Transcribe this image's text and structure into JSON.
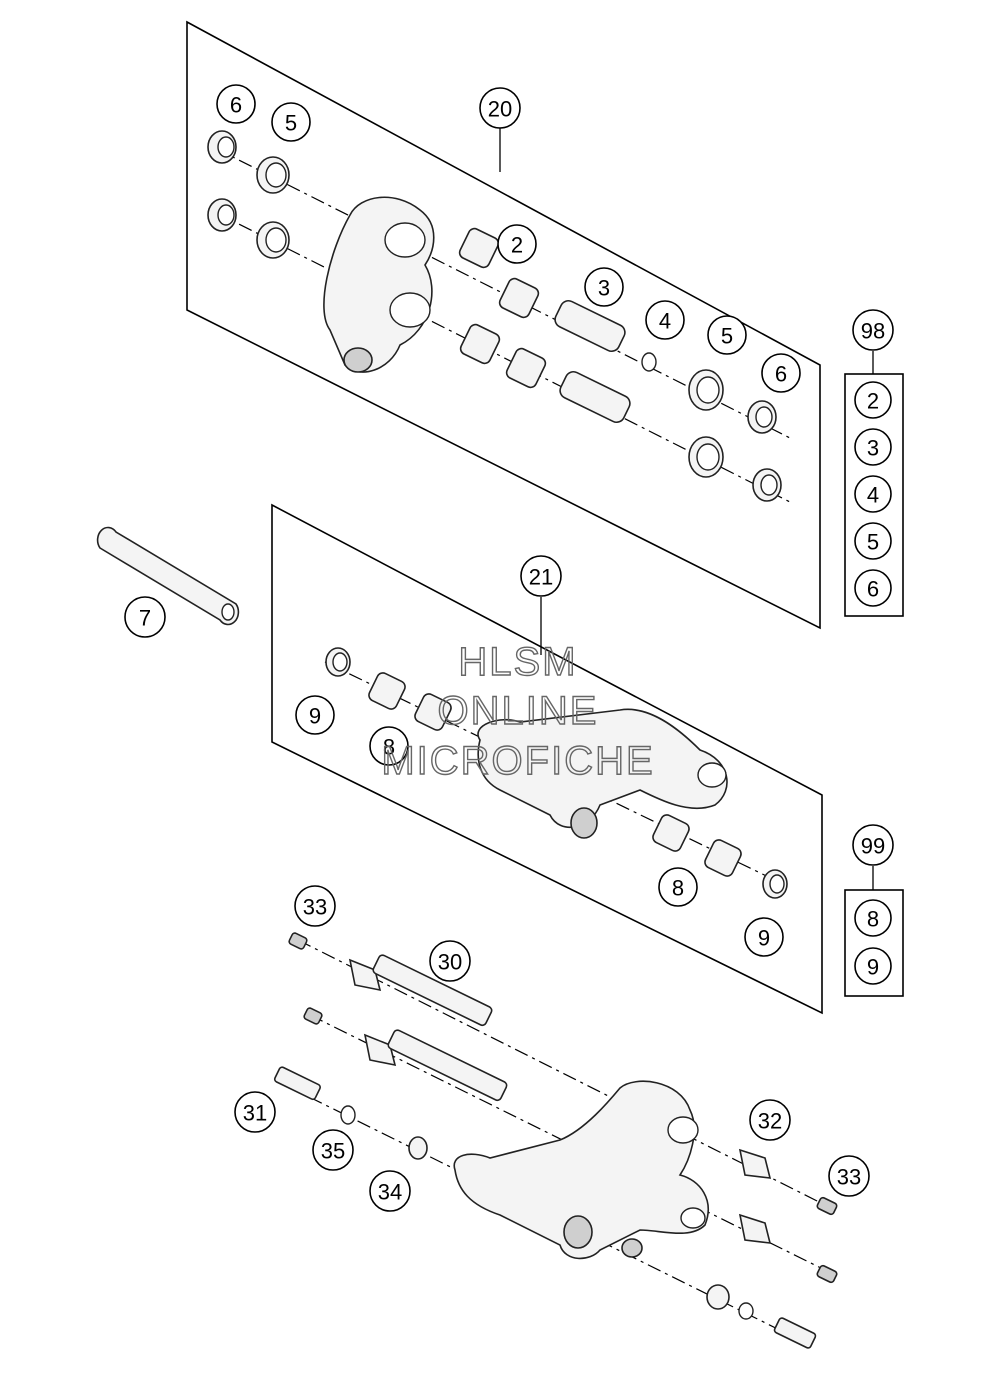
{
  "callouts": [
    {
      "id": "c-20",
      "label": "20"
    },
    {
      "id": "c-6a",
      "label": "6"
    },
    {
      "id": "c-5a",
      "label": "5"
    },
    {
      "id": "c-2",
      "label": "2"
    },
    {
      "id": "c-3",
      "label": "3"
    },
    {
      "id": "c-4",
      "label": "4"
    },
    {
      "id": "c-5b",
      "label": "5"
    },
    {
      "id": "c-6b",
      "label": "6"
    },
    {
      "id": "c-98",
      "label": "98"
    },
    {
      "id": "c-7",
      "label": "7"
    },
    {
      "id": "c-21",
      "label": "21"
    },
    {
      "id": "c-9a",
      "label": "9"
    },
    {
      "id": "c-8a",
      "label": "8"
    },
    {
      "id": "c-8b",
      "label": "8"
    },
    {
      "id": "c-9b",
      "label": "9"
    },
    {
      "id": "c-99",
      "label": "99"
    },
    {
      "id": "c-33a",
      "label": "33"
    },
    {
      "id": "c-30",
      "label": "30"
    },
    {
      "id": "c-31",
      "label": "31"
    },
    {
      "id": "c-32",
      "label": "32"
    },
    {
      "id": "c-33b",
      "label": "33"
    },
    {
      "id": "c-35",
      "label": "35"
    },
    {
      "id": "c-34",
      "label": "34"
    }
  ],
  "kits": [
    {
      "id": "kit-98",
      "items": [
        "2",
        "3",
        "4",
        "5",
        "6"
      ]
    },
    {
      "id": "kit-99",
      "items": [
        "8",
        "9"
      ]
    }
  ],
  "watermark": {
    "line1": "HLSM",
    "line2": "ONLINE",
    "line3": "MICROFICHE"
  }
}
